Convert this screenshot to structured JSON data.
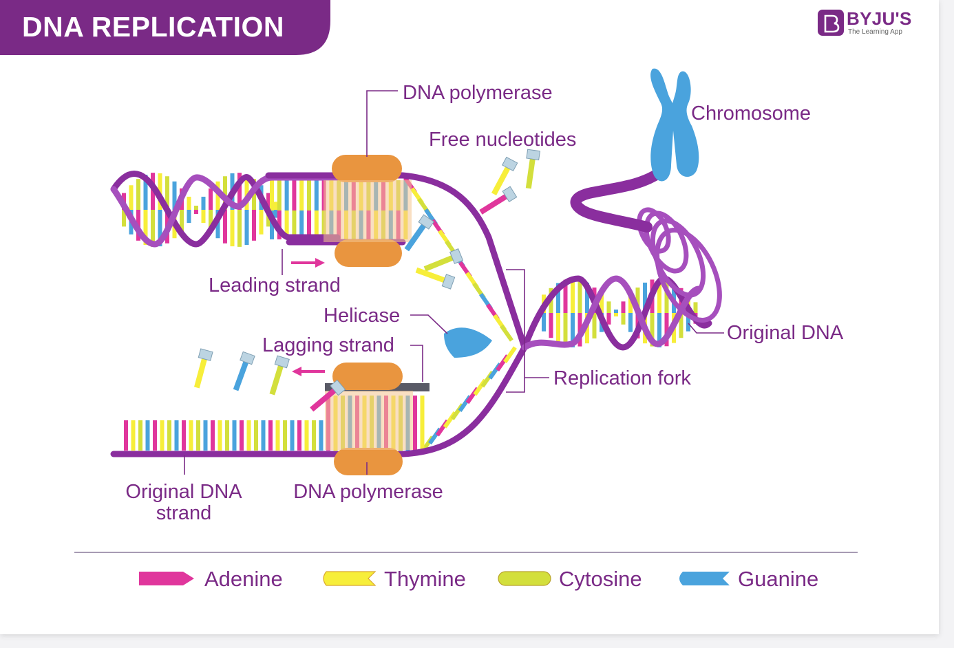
{
  "title": "DNA REPLICATION",
  "logo": {
    "word": "BYJU'S",
    "tagline": "The Learning App"
  },
  "labels": {
    "dna_polymerase_top": "DNA polymerase",
    "free_nucleotides": "Free nucleotides",
    "chromosome": "Chromosome",
    "leading_strand": "Leading strand",
    "helicase": "Helicase",
    "lagging_strand": "Lagging strand",
    "original_dna": "Original DNA",
    "replication_fork": "Replication fork",
    "original_dna_strand_1": "Original DNA",
    "original_dna_strand_2": "strand",
    "dna_polymerase_bottom": "DNA polymerase"
  },
  "legend": [
    {
      "name": "Adenine",
      "color": "#e0369c"
    },
    {
      "name": "Thymine",
      "color": "#f7ee3a"
    },
    {
      "name": "Cytosine",
      "color": "#d3df3c"
    },
    {
      "name": "Guanine",
      "color": "#4aa3dd"
    }
  ],
  "colors": {
    "strand": "#8a2e9e",
    "banner": "#7a2a86",
    "label": "#7a2a86",
    "polymerase": "#e9953f",
    "helicase": "#4aa3dd",
    "chromosome": "#4aa3dd"
  }
}
